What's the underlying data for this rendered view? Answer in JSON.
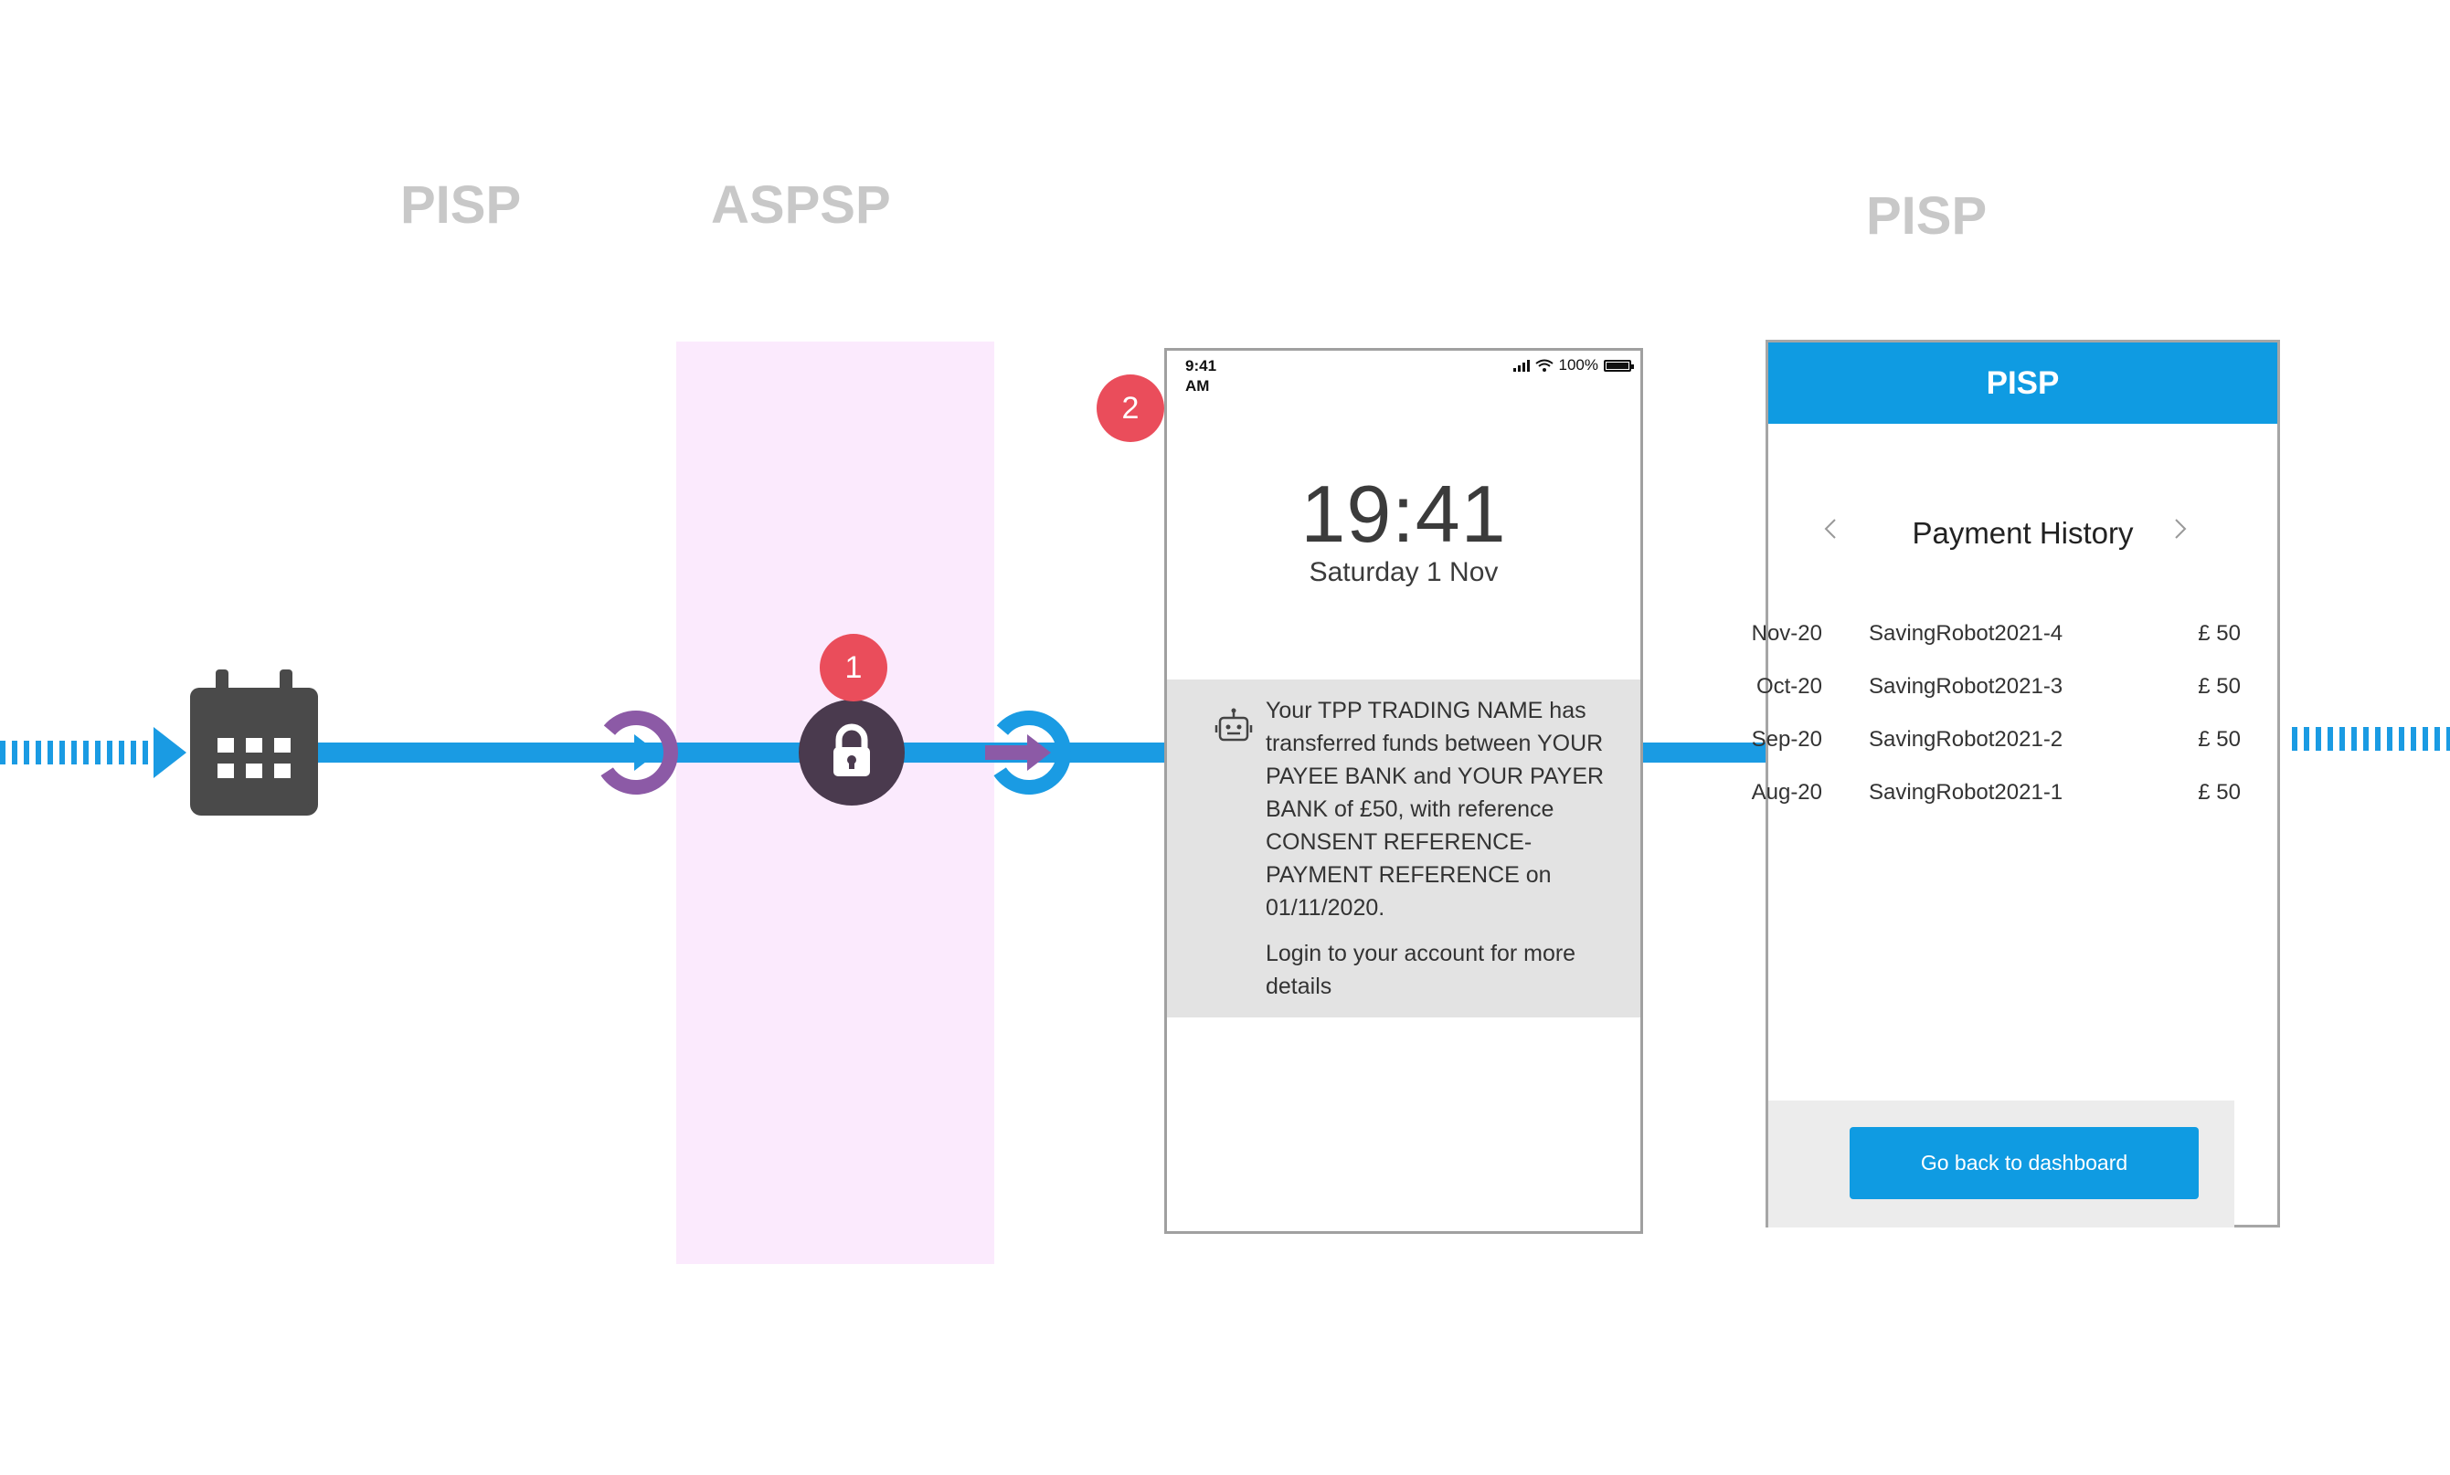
{
  "labels": {
    "pisp_left": "PISP",
    "aspsp": "ASPSP",
    "pisp_right": "PISP"
  },
  "badges": {
    "step1": "1",
    "step2": "2"
  },
  "phone": {
    "status_time": "9:41",
    "status_ampm": "AM",
    "battery": "100%",
    "clock": "19:41",
    "date": "Saturday 1 Nov",
    "notification_lines": [
      "Your TPP TRADING NAME has transferred funds between YOUR PAYEE BANK and YOUR PAYER BANK of £50, with reference CONSENT REFERENCE-PAYMENT REFERENCE on 01/11/2020.",
      "Login to your account for more details"
    ],
    "notification_icon": "robot-icon"
  },
  "app": {
    "header": "PISP",
    "title": "Payment History",
    "payments": [
      {
        "month": "Nov-20",
        "name": "SavingRobot2021-4",
        "amount": "£ 50"
      },
      {
        "month": "Oct-20",
        "name": "SavingRobot2021-3",
        "amount": "£ 50"
      },
      {
        "month": "Sep-20",
        "name": "SavingRobot2021-2",
        "amount": "£ 50"
      },
      {
        "month": "Aug-20",
        "name": "SavingRobot2021-1",
        "amount": "£ 50"
      }
    ],
    "back_button": "Go back to dashboard"
  },
  "colors": {
    "flow": "#1a9be3",
    "purple": "#8c5aa6",
    "lock": "#4a3a4e",
    "badge": "#ea4d5b",
    "aspsp_zone": "#fbeafd"
  }
}
